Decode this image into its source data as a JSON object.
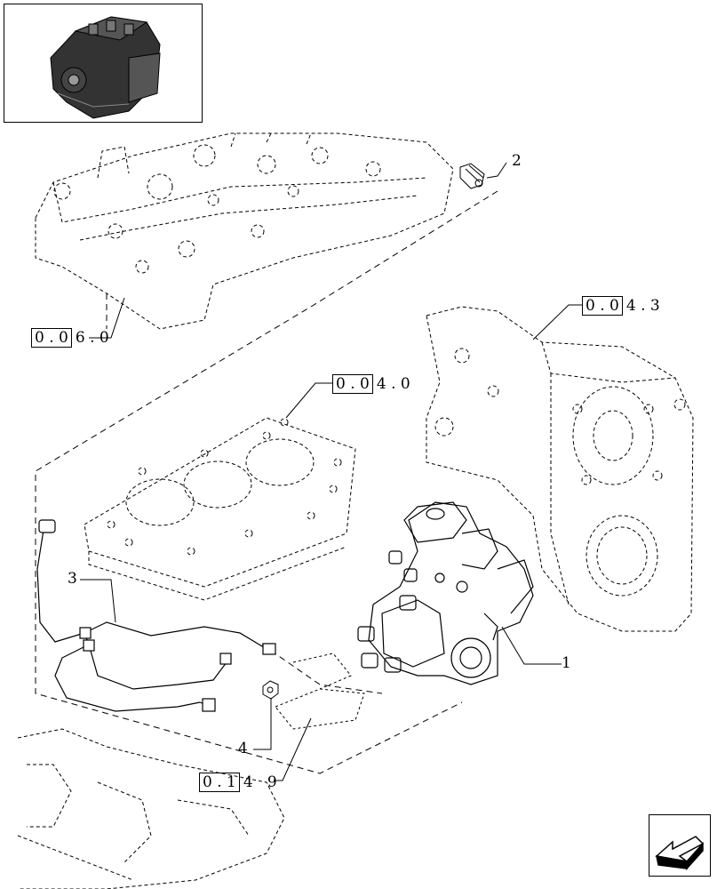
{
  "thumbnail": {
    "icon": "engine-thumbnail-icon"
  },
  "callouts": [
    {
      "id": "1",
      "label": "1"
    },
    {
      "id": "2",
      "label": "2"
    },
    {
      "id": "3",
      "label": "3"
    },
    {
      "id": "4",
      "label": "4"
    }
  ],
  "references": [
    {
      "id": "ref-0060",
      "boxed": "0 . 0",
      "tail": "6 . 0"
    },
    {
      "id": "ref-0043",
      "boxed": "0 . 0",
      "tail": "4 . 3"
    },
    {
      "id": "ref-0040",
      "boxed": "0 . 0",
      "tail": "4 . 0"
    },
    {
      "id": "ref-0149",
      "boxed": "0 . 1",
      "tail": "4   9"
    }
  ],
  "navigation": {
    "icon": "previous-page-arrow-icon"
  }
}
